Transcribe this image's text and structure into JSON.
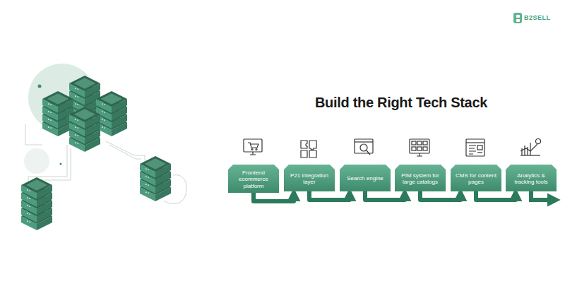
{
  "diagram": {
    "title": "Build the Right Tech Stack",
    "nodes": [
      {
        "text": [
          "Frontend ecommerce platform"
        ]
      },
      {
        "text": [
          "P21 integration layer"
        ]
      },
      {
        "text": [
          "Search engine"
        ]
      },
      {
        "text": [
          "PIM system for large catalogs"
        ]
      },
      {
        "text": [
          "CMS for content pages"
        ]
      },
      {
        "text": [
          "Analytics & tracking tools"
        ]
      }
    ],
    "edges": [
      {
        "from": 0,
        "to": 1,
        "arrow": "to"
      },
      {
        "from": 1,
        "to": 2,
        "arrow": "to"
      },
      {
        "from": 2,
        "to": 3,
        "arrow": "to"
      },
      {
        "from": 3,
        "to": 4,
        "arrow": "to"
      },
      {
        "from": 4,
        "to": 5,
        "arrow": "to"
      }
    ],
    "labels": [
      "B2SELL"
    ]
  }
}
